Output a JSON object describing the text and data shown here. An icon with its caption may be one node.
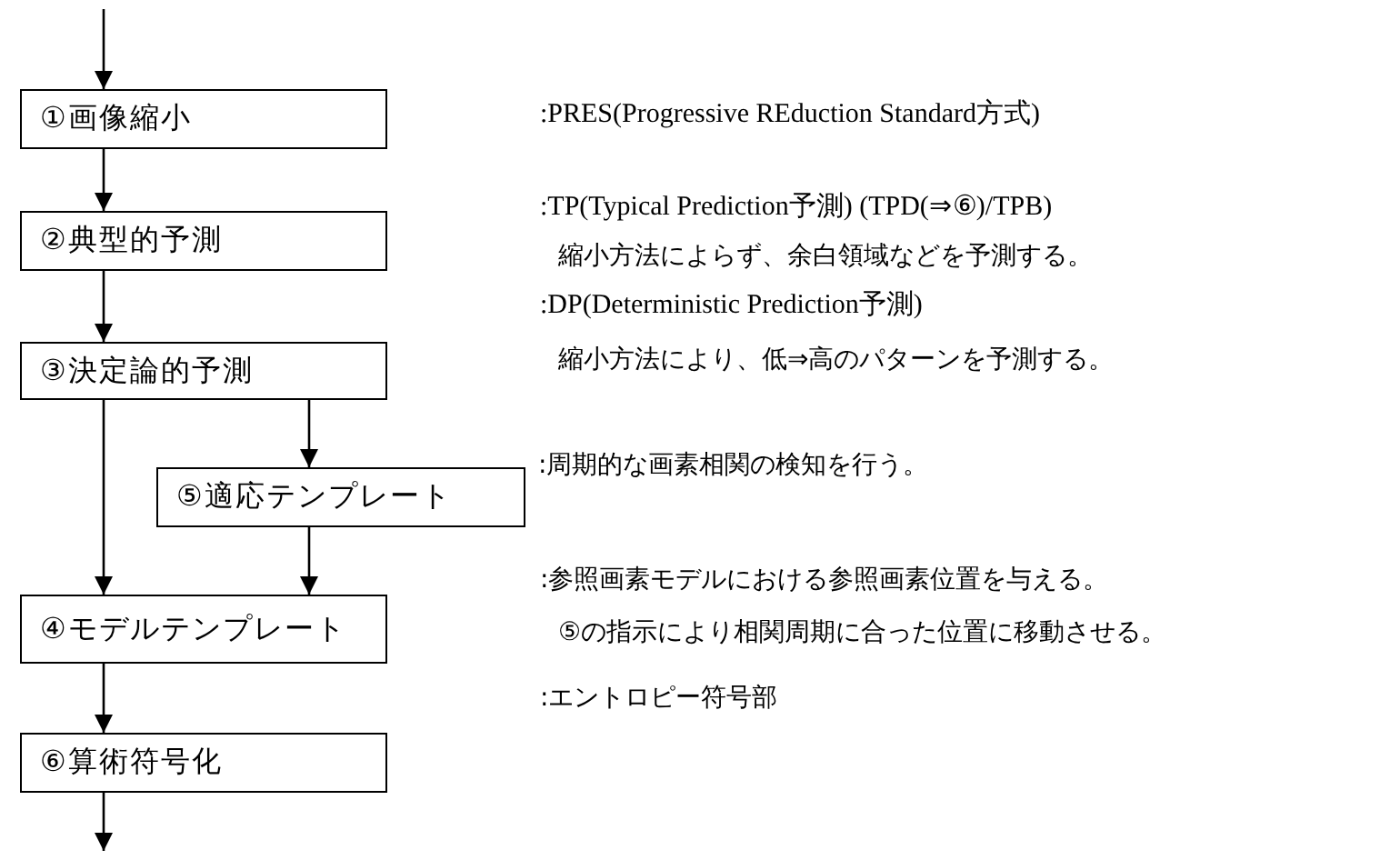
{
  "diagram": {
    "nodes": [
      {
        "text": [
          "①画像縮小"
        ]
      },
      {
        "text": [
          "②典型的予測"
        ]
      },
      {
        "text": [
          "③決定論的予測"
        ]
      },
      {
        "text": [
          "⑤適応テンプレート"
        ]
      },
      {
        "text": [
          "④モデルテンプレート"
        ]
      },
      {
        "text": [
          "⑥算術符号化"
        ]
      }
    ],
    "edges": [
      {
        "from": null,
        "to": 0,
        "arrow": "to"
      },
      {
        "from": 0,
        "to": 1,
        "arrow": "to"
      },
      {
        "from": 1,
        "to": 2,
        "arrow": "to"
      },
      {
        "from": 2,
        "to": 4,
        "arrow": "to"
      },
      {
        "from": 2,
        "to": 3,
        "arrow": "to"
      },
      {
        "from": 3,
        "to": 4,
        "arrow": "to"
      },
      {
        "from": 4,
        "to": 5,
        "arrow": "to"
      },
      {
        "from": 5,
        "to": null,
        "arrow": "to"
      }
    ],
    "labels": [
      ":PRES(Progressive REduction Standard方式)",
      ":TP(Typical Prediction予測) (TPD(⇒⑥)/TPB)",
      "縮小方法によらず、余白領域などを予測する。",
      ":DP(Deterministic Prediction予測)",
      "縮小方法により、低⇒高のパターンを予測する。",
      ":周期的な画素相関の検知を行う。",
      ":参照画素モデルにおける参照画素位置を与える。",
      "⑤の指示により相関周期に合った位置に移動させる。",
      ":エントロピー符号部"
    ]
  }
}
